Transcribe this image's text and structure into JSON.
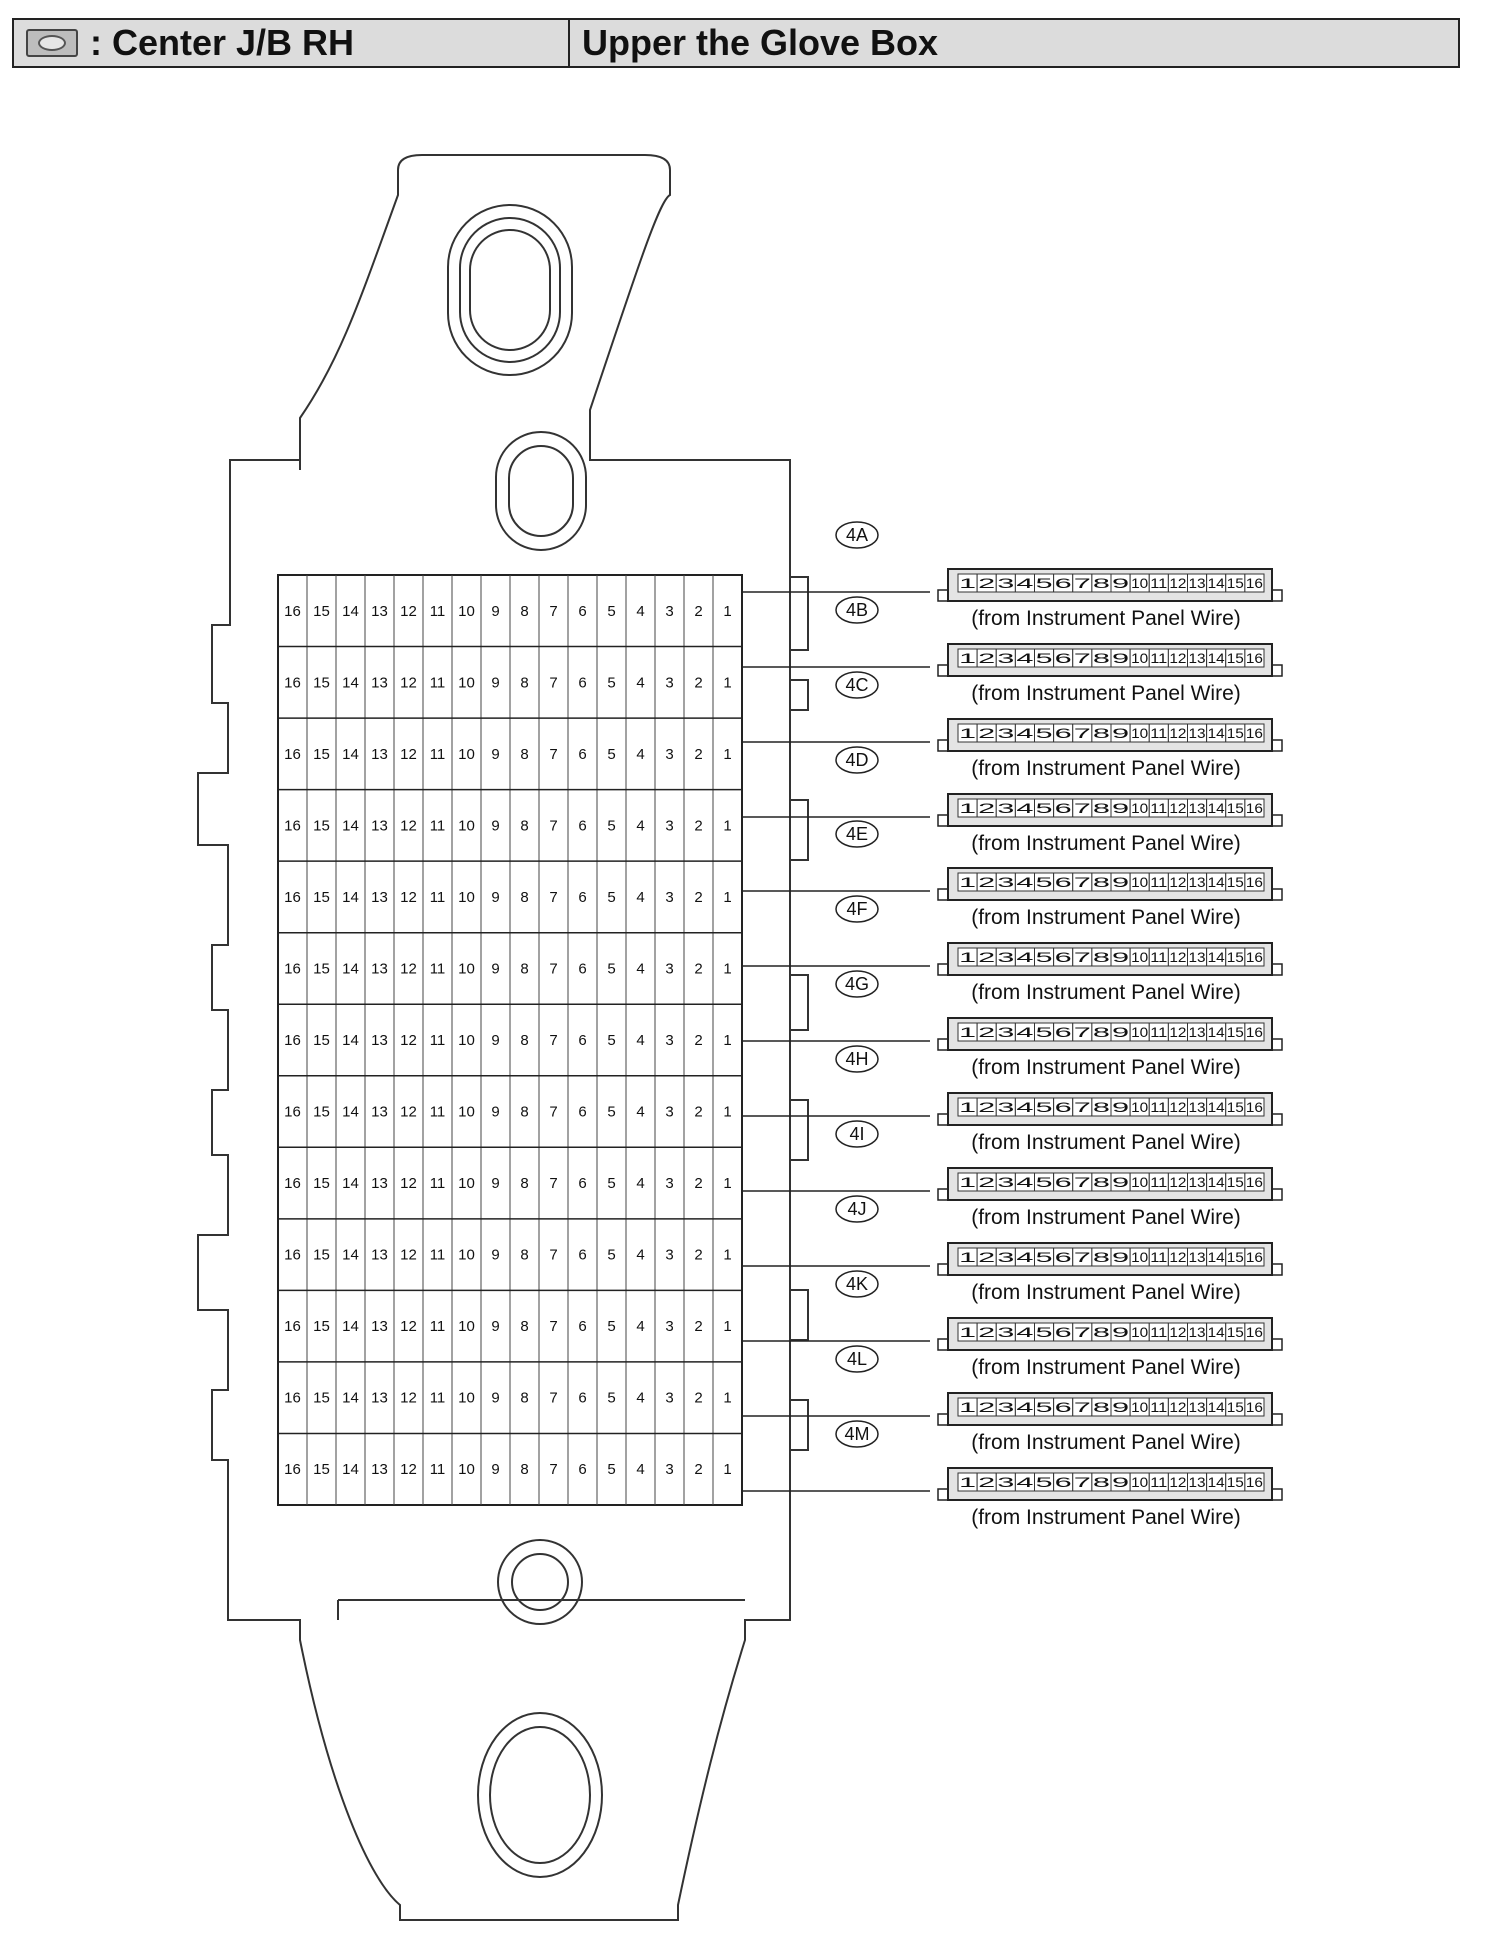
{
  "header": {
    "icon": "junction-block-icon",
    "title": ": Center J/B RH",
    "location": "Upper the Glove Box"
  },
  "junction_block": {
    "pin_numbers_reversed": [
      "16",
      "15",
      "14",
      "13",
      "12",
      "11",
      "10",
      "9",
      "8",
      "7",
      "6",
      "5",
      "4",
      "3",
      "2",
      "1"
    ],
    "connector_pins": [
      "1",
      "2",
      "3",
      "4",
      "5",
      "6",
      "7",
      "8",
      "9",
      "10",
      "11",
      "12",
      "13",
      "14",
      "15",
      "16"
    ],
    "connectors": [
      {
        "id": "4A",
        "source": "(from Instrument Panel Wire)"
      },
      {
        "id": "4B",
        "source": "(from Instrument Panel Wire)"
      },
      {
        "id": "4C",
        "source": "(from Instrument Panel Wire)"
      },
      {
        "id": "4D",
        "source": "(from Instrument Panel Wire)"
      },
      {
        "id": "4E",
        "source": "(from Instrument Panel Wire)"
      },
      {
        "id": "4F",
        "source": "(from Instrument Panel Wire)"
      },
      {
        "id": "4G",
        "source": "(from Instrument Panel Wire)"
      },
      {
        "id": "4H",
        "source": "(from Instrument Panel Wire)"
      },
      {
        "id": "4I",
        "source": "(from Instrument Panel Wire)"
      },
      {
        "id": "4J",
        "source": "(from Instrument Panel Wire)"
      },
      {
        "id": "4K",
        "source": "(from Instrument Panel Wire)"
      },
      {
        "id": "4L",
        "source": "(from Instrument Panel Wire)"
      },
      {
        "id": "4M",
        "source": "(from Instrument Panel Wire)"
      }
    ]
  }
}
